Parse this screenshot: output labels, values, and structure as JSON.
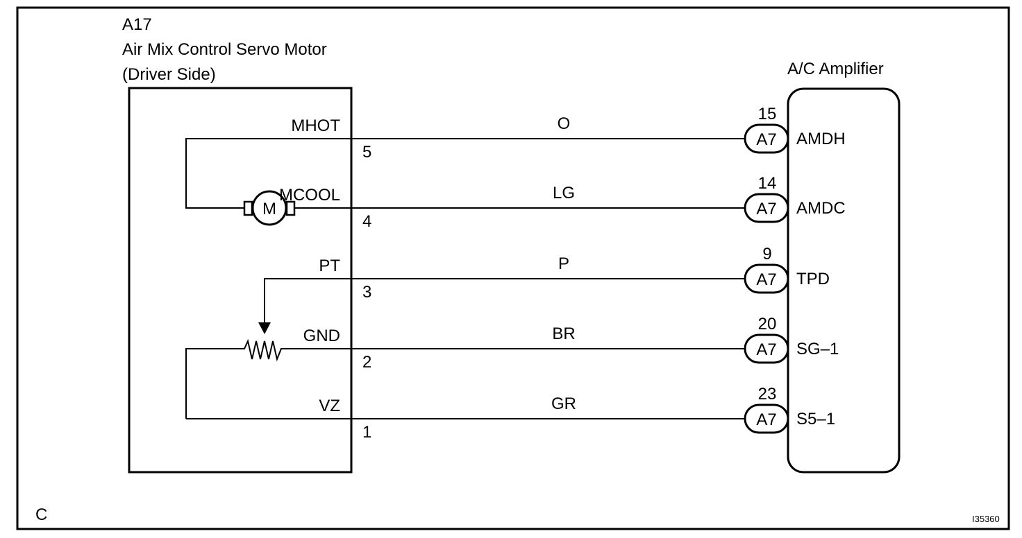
{
  "component": {
    "code": "A17",
    "name": "Air Mix Control Servo Motor",
    "side": "(Driver Side)"
  },
  "amplifier": {
    "name": "A/C Amplifier"
  },
  "motor_symbol": "M",
  "circuits": [
    {
      "signal": "MHOT",
      "pin": "5",
      "wire": "O",
      "conn_pin": "15",
      "connector": "A7",
      "terminal": "AMDH"
    },
    {
      "signal": "MCOOL",
      "pin": "4",
      "wire": "LG",
      "conn_pin": "14",
      "connector": "A7",
      "terminal": "AMDC"
    },
    {
      "signal": "PT",
      "pin": "3",
      "wire": "P",
      "conn_pin": "9",
      "connector": "A7",
      "terminal": "TPD"
    },
    {
      "signal": "GND",
      "pin": "2",
      "wire": "BR",
      "conn_pin": "20",
      "connector": "A7",
      "terminal": "SG–1"
    },
    {
      "signal": "VZ",
      "pin": "1",
      "wire": "GR",
      "conn_pin": "23",
      "connector": "A7",
      "terminal": "S5–1"
    }
  ],
  "corner_letter": "C",
  "figure_id": "I35360"
}
